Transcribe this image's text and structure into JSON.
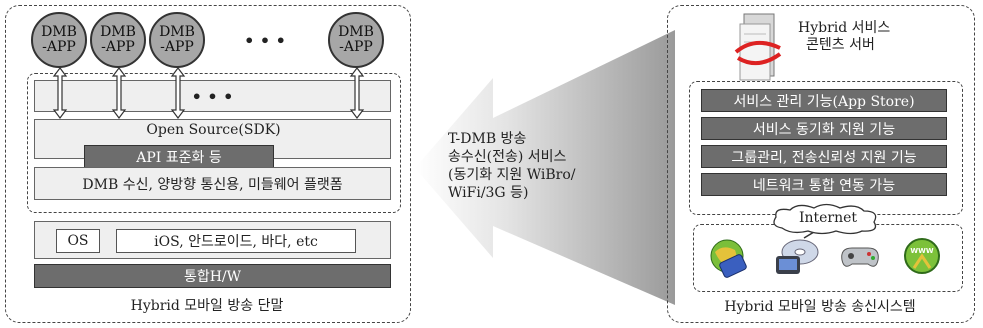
{
  "left_panel": {
    "apps": [
      "DMB\n-APP",
      "DMB\n-APP",
      "DMB\n-APP",
      "DMB\n-APP"
    ],
    "ellipsis": "• • •",
    "ellipsis_bar": "• • •",
    "open_source": "Open Source(SDK)",
    "api": "API 표준화 등",
    "platform": "DMB 수신, 양방향 통신용, 미들웨어 플랫폼",
    "os_label": "OS",
    "os_list": "iOS, 안드로이드, 바다, etc",
    "hw": "통합H/W",
    "caption": "Hybrid 모바일 방송 단말"
  },
  "arrow_text": {
    "line1": "T-DMB 방송",
    "line2": "송수신(전송) 서비스",
    "line3": "(동기화 지원 WiBro/",
    "line4": "WiFi/3G 등)"
  },
  "right_panel": {
    "server_label_1": "Hybrid 서비스",
    "server_label_2": "콘텐츠 서버",
    "functions": [
      "서비스 관리 기능(App Store)",
      "서비스 동기화 지원 기능",
      "그룹관리, 전송신뢰성 지원 기능",
      "네트워크 통합 연동 가능"
    ],
    "internet": "Internet",
    "devices": [
      "map-device-icon",
      "dmb-disc-device-icon",
      "game-controller-icon",
      "www-globe-icon"
    ],
    "caption": "Hybrid 모바일 방송 송신시스템"
  },
  "colors": {
    "circle_fill": "#a7a7a7",
    "dark_bar": "#6d6d6d",
    "light_box": "#efefef",
    "arrow_gradient_start": "#ffffff",
    "arrow_gradient_end": "#9a9a9a"
  }
}
